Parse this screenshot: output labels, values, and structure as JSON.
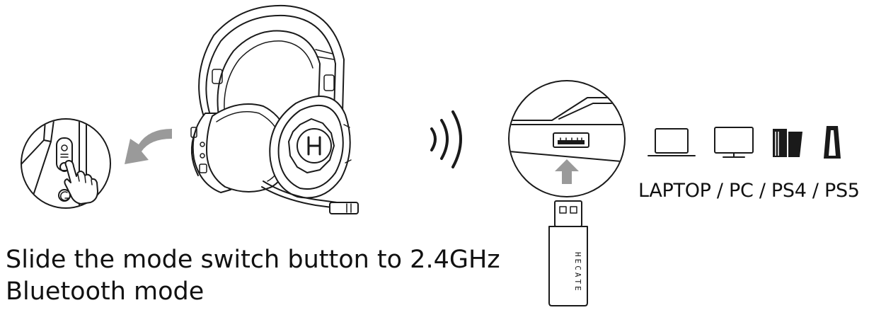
{
  "instructions": {
    "line1": "Slide the mode switch button to 2.4GHz",
    "line2": "Bluetooth mode"
  },
  "devices": {
    "label": "LAPTOP / PC / PS4 / PS5"
  },
  "dongle": {
    "brand": "HECATE"
  },
  "colors": {
    "line": "#1a1a1a",
    "arrow": "#9a9a9a",
    "background": "#ffffff"
  },
  "icons": [
    "switch-zoom-icon",
    "hand-pointer-icon",
    "curved-arrow-icon",
    "headset-icon",
    "wireless-signal-icon",
    "usb-port-zoom-icon",
    "up-arrow-icon",
    "usb-dongle-icon",
    "laptop-icon",
    "monitor-icon",
    "ps4-icon",
    "ps5-icon"
  ]
}
